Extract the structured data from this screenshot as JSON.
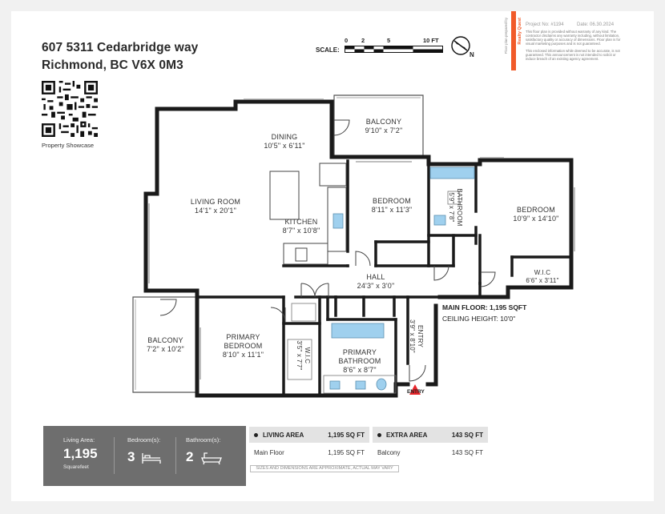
{
  "address": {
    "line1": "607 5311 Cedarbridge way",
    "line2": "Richmond, BC V6X 0M3"
  },
  "qr_caption": "Property Showcase",
  "scale": {
    "label": "SCALE:",
    "ticks": [
      "0",
      "2",
      "5",
      "10 FT"
    ],
    "north": "N"
  },
  "project": {
    "number": "Project No: #1194",
    "date": "Date: 06.30.2024"
  },
  "brand": {
    "name": "Realty Quest",
    "prepared_by": "Floor plan prepared by"
  },
  "disclaimer": {
    "line1": "This floor plan is provided without warranty of any kind. The contractor disclaims any warranty including, without limitation, satisfactory quality or accuracy of dimensions. Floor plan is for visual marketing purposes and is not guaranteed.",
    "line2": "This enclosed information while deemed to be accurate, is not guaranteed. This announcement is not intended to solicit or induce breach of an existing agency agreement."
  },
  "rooms": {
    "dining": {
      "name": "DINING",
      "dims": "10'5\" x 6'11\""
    },
    "balcony_top": {
      "name": "BALCONY",
      "dims": "9'10\" x 7'2\""
    },
    "living": {
      "name": "LIVING ROOM",
      "dims": "14'1\" x 20'1\""
    },
    "kitchen": {
      "name": "KITCHEN",
      "dims": "8'7\" x 10'8\""
    },
    "bedroom2": {
      "name": "BEDROOM",
      "dims": "8'11\" x 11'3\""
    },
    "bathroom": {
      "name": "BATHROOM",
      "dims": "5'9\" x 7'8\""
    },
    "bedroom3": {
      "name": "BEDROOM",
      "dims": "10'9\" x 14'10\""
    },
    "wic_right": {
      "name": "W.I.C",
      "dims": "6'6\" x 3'11\""
    },
    "hall": {
      "name": "HALL",
      "dims": "24'3\" x 3'0\""
    },
    "balcony_left": {
      "name": "BALCONY",
      "dims": "7'2\" x 10'2\""
    },
    "primary_bedroom": {
      "name": "PRIMARY",
      "name2": "BEDROOM",
      "dims": "8'10\" x 11'1\""
    },
    "wic_left": {
      "name": "W.I.C",
      "dims": "3'5\" x 7'7\""
    },
    "primary_bathroom": {
      "name": "PRIMARY",
      "name2": "BATHROOM",
      "dims": "8'6\" x 8'7\""
    },
    "entry": {
      "name": "ENTRY",
      "dims": "3'9\" x 8'10\""
    }
  },
  "entry_marker": "ENTRY",
  "floor_info": {
    "main_floor": "MAIN FLOOR: 1,195 SQFT",
    "ceiling": "CEILING HEIGHT: 10'0\""
  },
  "summary": {
    "living_area_label": "Living Area:",
    "living_area_value": "1,195",
    "living_area_unit": "Squarefeet",
    "bedrooms_label": "Bedroom(s):",
    "bedrooms_value": "3",
    "bathrooms_label": "Bathroom(s):",
    "bathrooms_value": "2"
  },
  "table": {
    "living": {
      "header": "LIVING AREA",
      "header_value": "1,195 SQ FT",
      "row_label": "Main Floor",
      "row_value": "1,195 SQ FT"
    },
    "extra": {
      "header": "EXTRA AREA",
      "header_value": "143 SQ FT",
      "row_label": "Balcony",
      "row_value": "143 SQ FT"
    }
  },
  "footnote": "SIZES AND DIMENSIONS ARE APPROXIMATE, ACTUAL MAY VARY",
  "colors": {
    "wall": "#1a1a1a",
    "fixture_blue": "#9fd0ee",
    "brand_orange": "#f15a29",
    "summary_bg": "#6e6e6e",
    "entry_arrow": "#e8252a"
  }
}
